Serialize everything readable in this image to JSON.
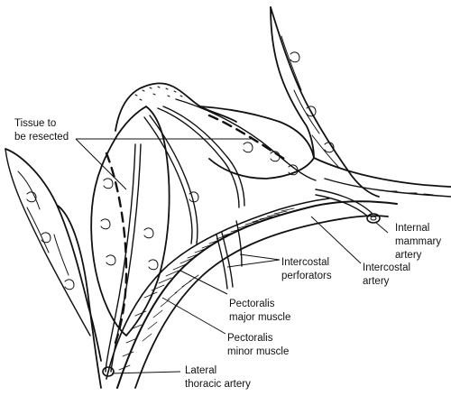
{
  "labels": {
    "tissue": [
      "Tissue to",
      "be resected"
    ],
    "internal_mammary": [
      "Internal",
      "mammary",
      "artery"
    ],
    "intercostal_perforators": [
      "Intercostal",
      "perforators"
    ],
    "intercostal_artery": [
      "Intercostal",
      "artery"
    ],
    "pectoralis_major": [
      "Pectoralis",
      "major muscle"
    ],
    "pectoralis_minor": [
      "Pectoralis",
      "minor muscle"
    ],
    "lateral_thoracic": [
      "Lateral",
      "thoracic artery"
    ]
  },
  "colors": {
    "ink": "#111111",
    "background": "#ffffff"
  }
}
